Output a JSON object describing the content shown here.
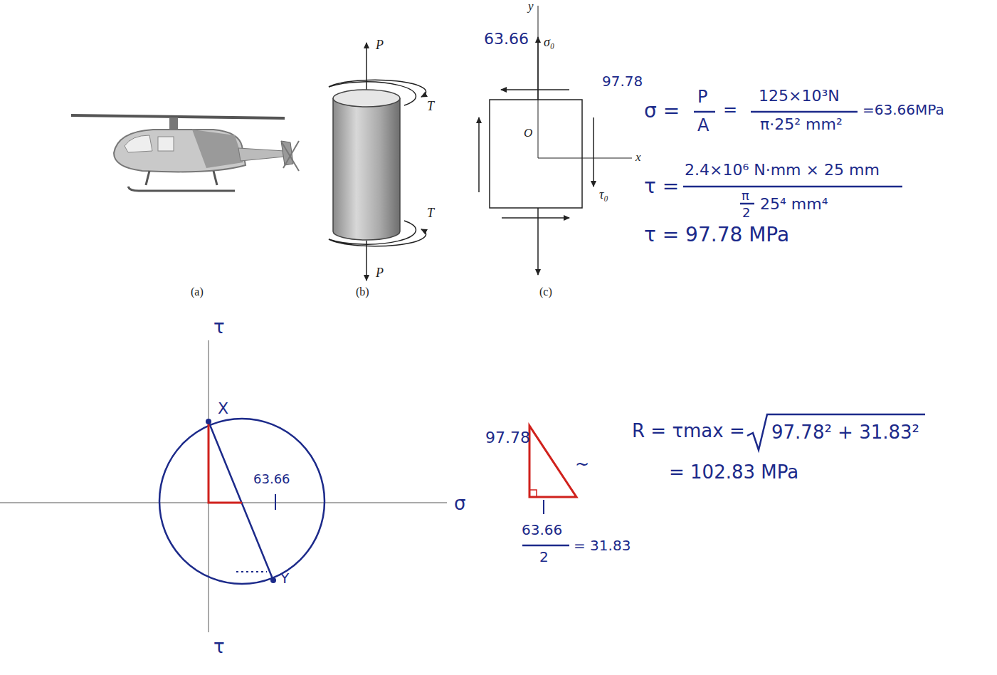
{
  "diagram": {
    "labels": [
      "y",
      "P",
      "63.66",
      "σ₀",
      "97.78",
      "T",
      "O",
      "x",
      "τ₀",
      "T",
      "P",
      "(a)",
      "(b)",
      "(c)",
      "σ =",
      "P",
      "A",
      "=",
      "125×10³N",
      "π·25² mm²",
      "=63.66MPa",
      "τ =",
      "2.4×10⁶ N·mm × 25 mm",
      "π",
      "2",
      "25⁴ mm⁴",
      "τ = 97.78 MPa",
      "τ",
      "X",
      "63.66",
      "σ",
      "Y",
      "τ",
      "97.78",
      "~",
      "63.66",
      "2",
      "= 31.83",
      "R = τmax =",
      "97.78² + 31.83²",
      "= 102.83 MPa"
    ]
  }
}
